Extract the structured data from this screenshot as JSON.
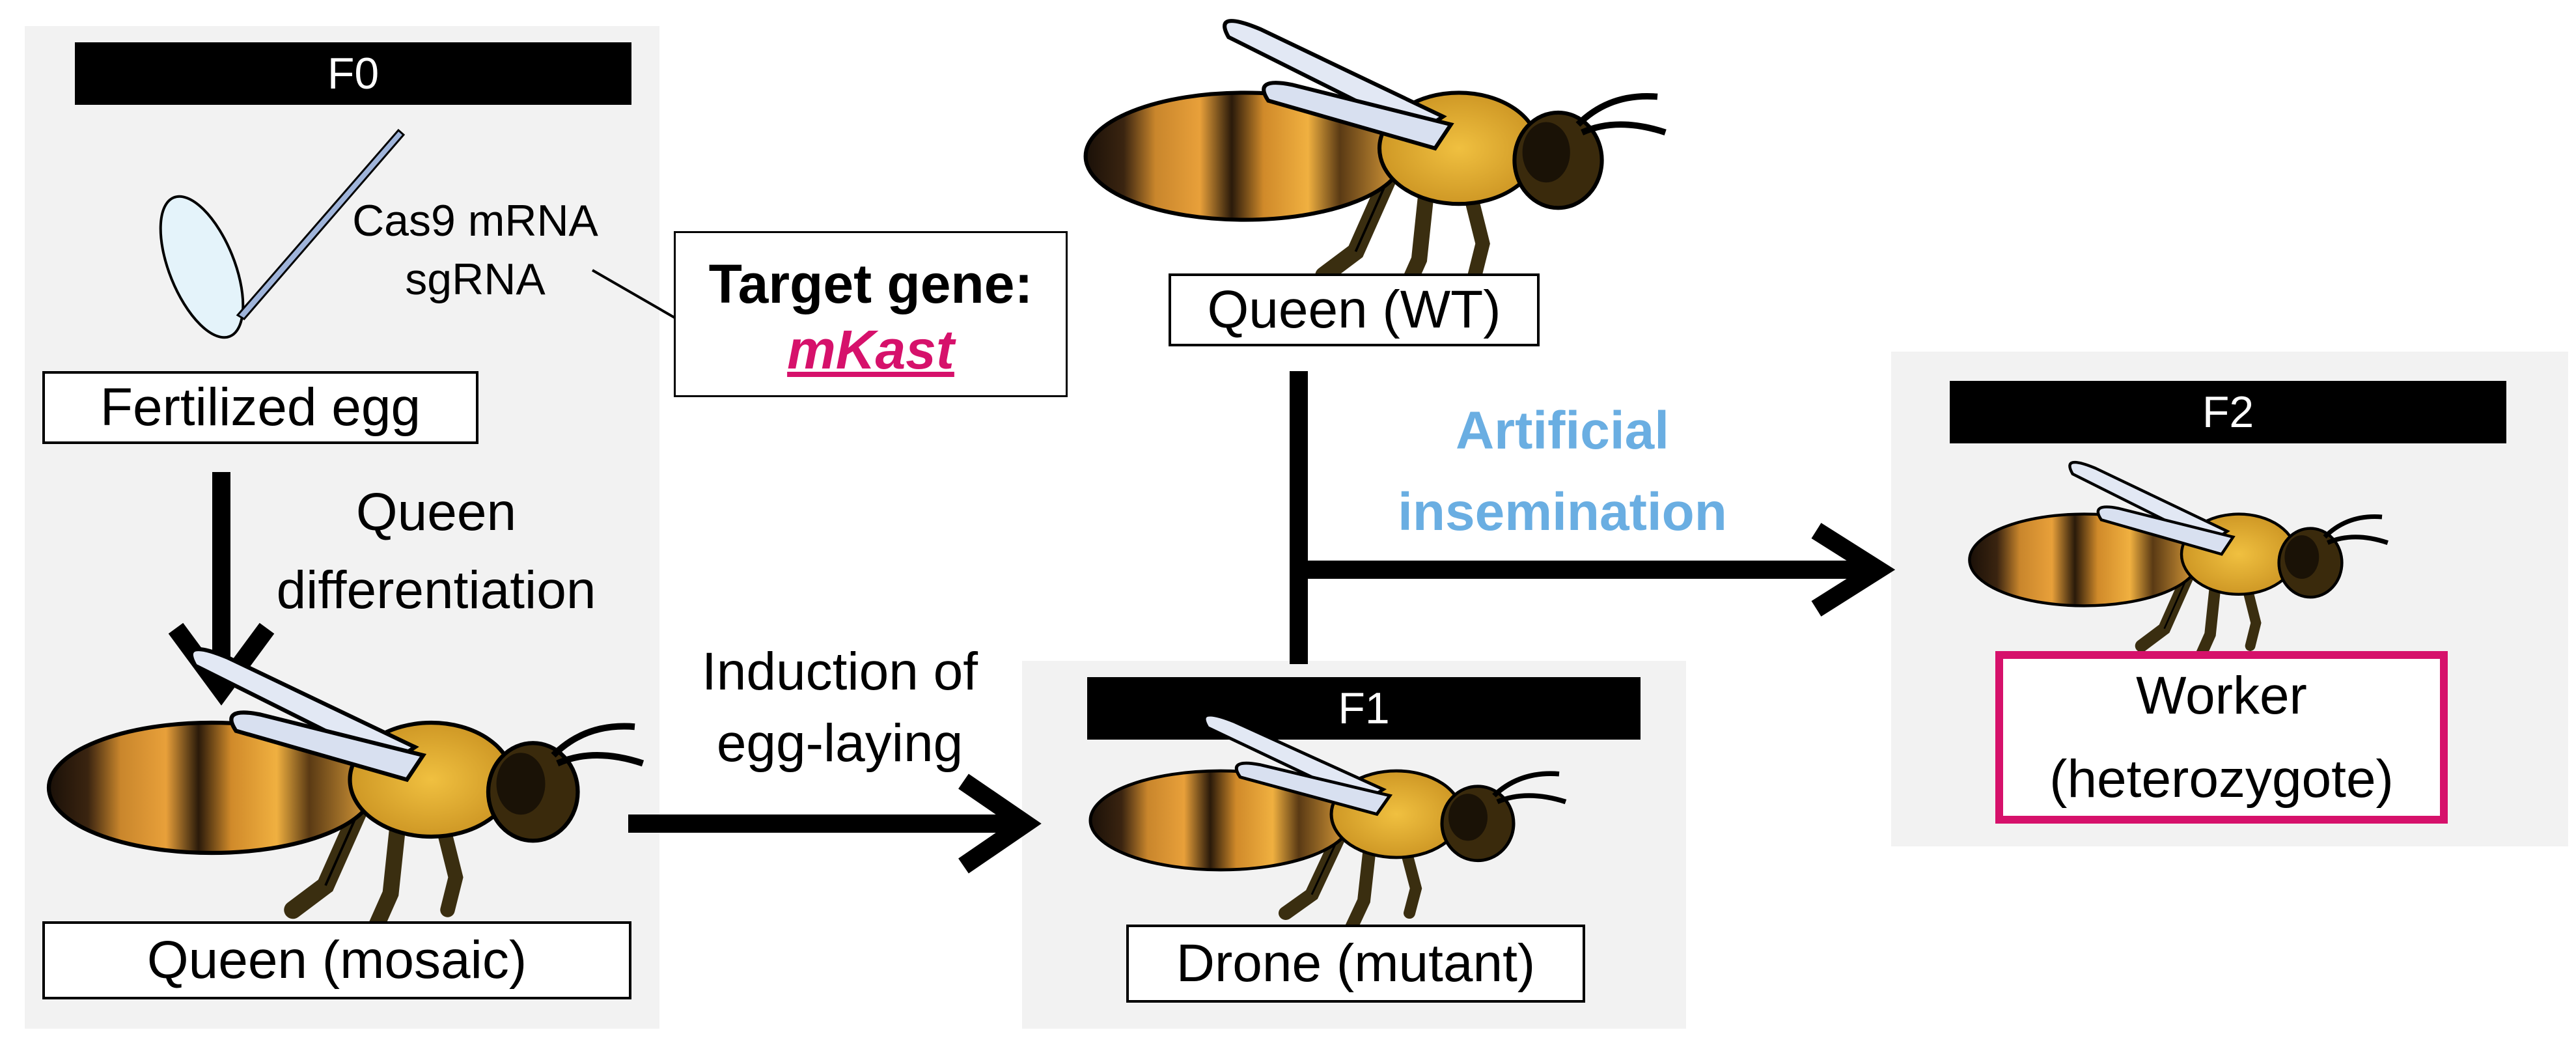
{
  "panels": {
    "f0": {
      "title": "F0"
    },
    "f1": {
      "title": "F1"
    },
    "f2": {
      "title": "F2"
    }
  },
  "labels": {
    "fertilized_egg": "Fertilized egg",
    "queen_mosaic": "Queen (mosaic)",
    "queen_wt": "Queen (WT)",
    "drone_mutant": "Drone (mutant)",
    "worker_line1": "Worker",
    "worker_line2": "(heterozygote)"
  },
  "injection": {
    "line1": "Cas9 mRNA",
    "line2": "sgRNA"
  },
  "target_gene": {
    "heading": "Target gene:",
    "name": "mKast"
  },
  "steps": {
    "queen_diff_line1": "Queen",
    "queen_diff_line2": "differentiation",
    "induction_line1": "Induction of",
    "induction_line2": "egg-laying",
    "insemination_line1": "Artificial",
    "insemination_line2": "insemination"
  },
  "colors": {
    "panel_bg": "#f2f2f2",
    "insemination_text": "#6aaee2",
    "highlight": "#d6116b"
  }
}
